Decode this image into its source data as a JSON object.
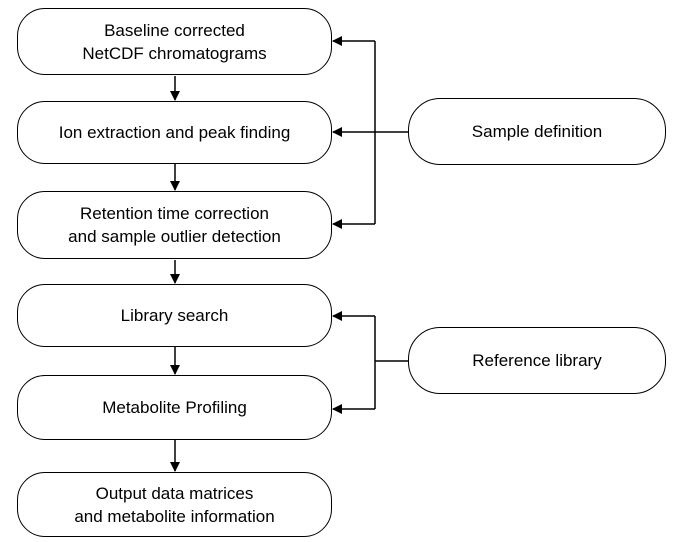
{
  "flow": {
    "steps": [
      {
        "line1": "Baseline corrected",
        "line2": "NetCDF chromatograms"
      },
      {
        "line1": "Ion extraction and peak finding",
        "line2": ""
      },
      {
        "line1": "Retention time correction",
        "line2": "and sample outlier detection"
      },
      {
        "line1": "Library search",
        "line2": ""
      },
      {
        "line1": "Metabolite Profiling",
        "line2": ""
      },
      {
        "line1": "Output data matrices",
        "line2": "and metabolite information"
      }
    ],
    "inputs": {
      "sample_definition": "Sample definition",
      "reference_library": "Reference library"
    }
  }
}
